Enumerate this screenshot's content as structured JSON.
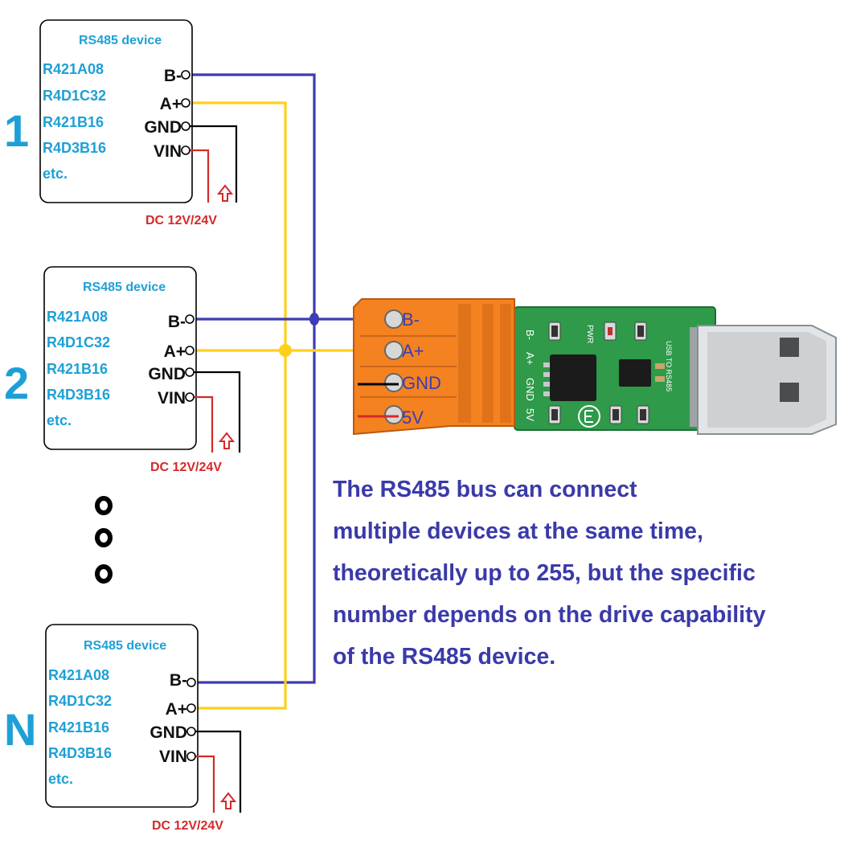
{
  "devices": [
    {
      "number": "1",
      "title": "RS485 device",
      "models": [
        "R421A08",
        "R4D1C32",
        "R421B16",
        "R4D3B16",
        "etc."
      ],
      "pins": [
        "B-",
        "A+",
        "GND",
        "VIN"
      ],
      "power": "DC 12V/24V"
    },
    {
      "number": "2",
      "title": "RS485 device",
      "models": [
        "R421A08",
        "R4D1C32",
        "R421B16",
        "R4D3B16",
        "etc."
      ],
      "pins": [
        "B-",
        "A+",
        "GND",
        "VIN"
      ],
      "power": "DC 12V/24V"
    },
    {
      "number": "N",
      "title": "RS485 device",
      "models": [
        "R421A08",
        "R4D1C32",
        "R421B16",
        "R4D3B16",
        "etc."
      ],
      "pins": [
        "B-",
        "A+",
        "GND",
        "VIN"
      ],
      "power": "DC 12V/24V"
    }
  ],
  "converter": {
    "terminal_labels": [
      "B-",
      "A+",
      "GND",
      "5V"
    ],
    "silkscreen_pins": [
      "B-",
      "A+",
      "GND",
      "5V"
    ],
    "board_text": [
      "PWR",
      "USB TO RS485"
    ]
  },
  "description": [
    "The RS485 bus can connect",
    "multiple devices at the same time,",
    "theoretically up to 255, but the specific",
    "number depends on the drive capability",
    "of the RS485 device."
  ],
  "colors": {
    "bus_b": "#3c3cb3",
    "bus_a": "#ffcf1a",
    "gnd": "#000000",
    "power": "#d42a2a",
    "device_text": "#1ea0d6",
    "description_text": "#3a3aaa",
    "terminal_block": "#f58220",
    "pcb": "#2e9a4a"
  }
}
